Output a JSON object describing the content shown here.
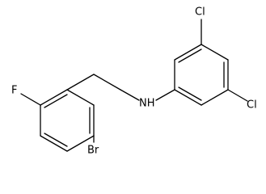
{
  "molecule": {
    "atoms": {
      "cl_top": "Cl",
      "cl_bottom": "Cl",
      "nh": "NH",
      "f": "F",
      "br": "Br"
    }
  }
}
